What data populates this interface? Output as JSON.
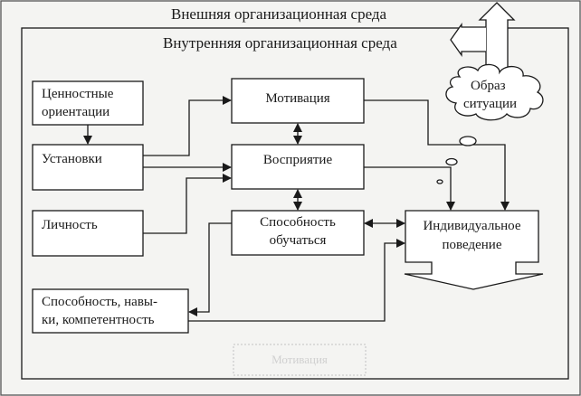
{
  "diagram": {
    "outer_title": "Внешняя организационная среда",
    "inner_title": "Внутренняя организационная среда",
    "cloud": {
      "line1": "Образ",
      "line2": "ситуации"
    },
    "boxes": {
      "values": {
        "line1": "Ценностные",
        "line2": "ориентации"
      },
      "attitudes": {
        "line1": "Установки"
      },
      "personality": {
        "line1": "Личность"
      },
      "skills": {
        "line1": "Способность, навы-",
        "line2": "ки, компетентность"
      },
      "motivation": {
        "line1": "Мотивация"
      },
      "perception": {
        "line1": "Восприятие"
      },
      "learning": {
        "line1": "Способность",
        "line2": "обучаться"
      },
      "behavior": {
        "line1": "Индивидуальное",
        "line2": "поведение"
      }
    },
    "faded_box_text": "Мотивация"
  }
}
